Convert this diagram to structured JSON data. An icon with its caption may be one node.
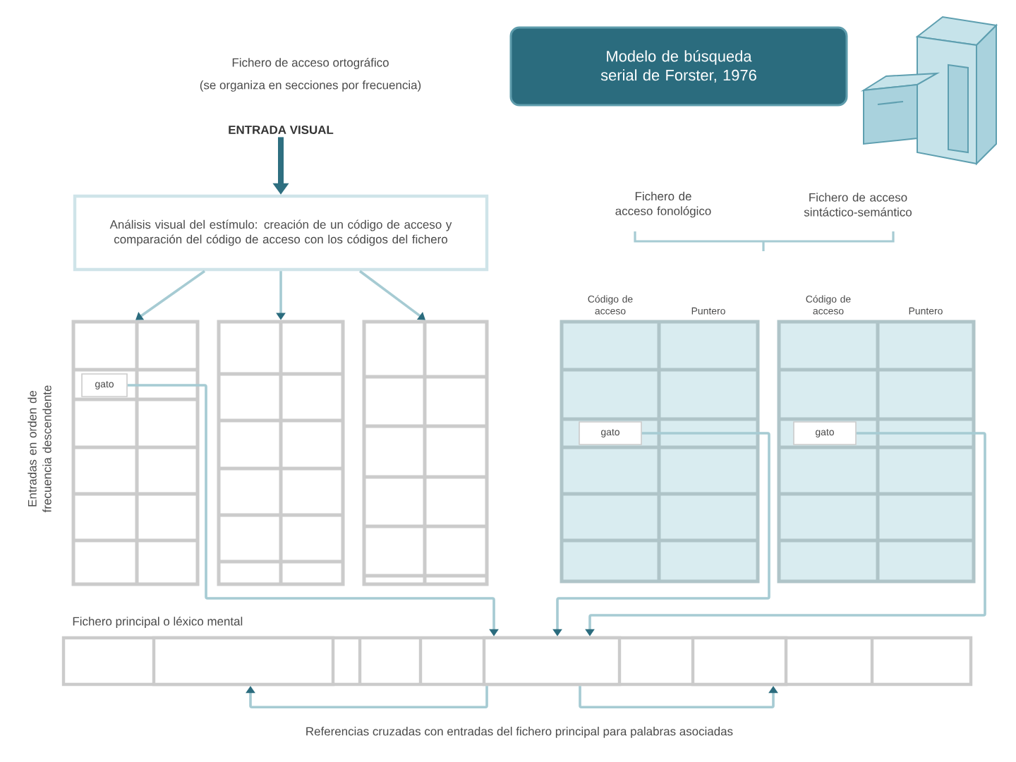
{
  "diagram": {
    "title": "Modelo de búsqueda serial de Forster, 1976",
    "nodes": [
      {
        "text": [
          "ENTRADA VISUAL"
        ]
      },
      {
        "text": [
          "Análisis visual del estímulo: creación de un código de acceso y comparación del código de acceso con los códigos del fichero"
        ]
      },
      {
        "text": [],
        "shape": "table"
      },
      {
        "text": [],
        "shape": "table"
      },
      {
        "text": [],
        "shape": "table"
      },
      {
        "text": [
          "gato"
        ],
        "in": 2
      },
      {
        "text": [
          "Código de acceso",
          "Puntero"
        ]
      },
      {
        "text": [
          "gato"
        ],
        "in": 6
      },
      {
        "text": [
          "Código de acceso",
          "Puntero"
        ]
      },
      {
        "text": [
          "gato"
        ],
        "in": 8
      },
      {
        "text": [
          "Fichero principal o léxico mental"
        ]
      },
      {
        "text": [],
        "shape": "box",
        "in": 10
      },
      {
        "text": [],
        "shape": "box",
        "in": 10
      },
      {
        "text": [],
        "shape": "box",
        "in": 10
      }
    ],
    "edges": [
      {
        "from": 0,
        "to": 1,
        "arrow": "to",
        "style": "thick",
        "color": "#2e6f80"
      },
      {
        "from": 1,
        "to": 2,
        "arrow": "to"
      },
      {
        "from": 1,
        "to": 3,
        "arrow": "to"
      },
      {
        "from": 1,
        "to": 4,
        "arrow": "to"
      },
      {
        "from": 5,
        "to": 12,
        "arrow": "to"
      },
      {
        "from": 7,
        "to": 12,
        "arrow": "to"
      },
      {
        "from": 9,
        "to": 12,
        "arrow": "to"
      },
      {
        "from": 12,
        "to": 11,
        "arrow": "to"
      },
      {
        "from": 12,
        "to": 13,
        "arrow": "to"
      }
    ],
    "labels": [
      "Fichero de acceso ortográfico",
      "(se organiza en secciones por frecuencia)",
      "Fichero de acceso fonológico",
      "Fichero de acceso sintáctico-semántico",
      "Entradas en orden de frecuencia descendente",
      "Referencias cruzadas con entradas del fichero principal para palabras asociadas"
    ]
  }
}
